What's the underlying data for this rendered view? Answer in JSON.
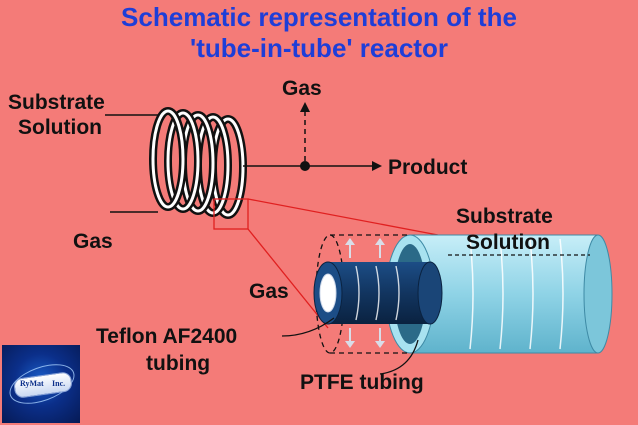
{
  "title": {
    "line1": "Schematic representation of the",
    "line2": "'tube-in-tube' reactor"
  },
  "labels": {
    "substrate_solution_left_line1": "Substrate",
    "substrate_solution_left_line2": "Solution",
    "gas_top": "Gas",
    "product": "Product",
    "gas_left": "Gas",
    "substrate_solution_right_line1": "Substrate",
    "substrate_solution_right_line2": "Solution",
    "gas_inner": "Gas",
    "teflon_line1": "Teflon AF2400",
    "teflon_line2": "tubing",
    "ptfe": "PTFE tubing"
  },
  "logo": {
    "text_left": "RyMat",
    "text_right": "Inc."
  },
  "colors": {
    "background": "#f47b78",
    "title": "#1e3ed8",
    "outer_tube": "#8fd3e6",
    "inner_tube": "#153a66",
    "zoom_box": "#e02020"
  }
}
